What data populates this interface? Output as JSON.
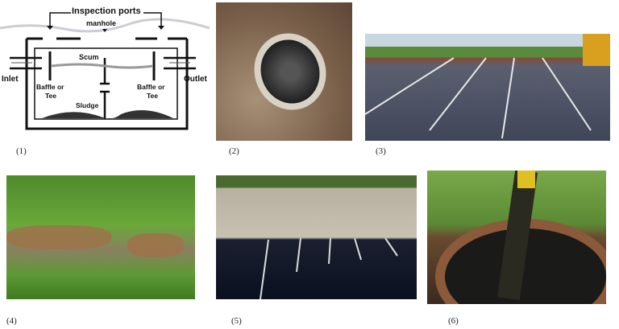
{
  "diagram": {
    "inspection_ports": "Inspection ports",
    "manhole": "manhole",
    "scum": "Scum",
    "inlet": "Inlet",
    "outlet": "Outlet",
    "baffle_left": [
      "Baffle or",
      "Tee"
    ],
    "baffle_right": [
      "Baffle or",
      "Tee"
    ],
    "sludge": "Sludge"
  },
  "captions": [
    "(1)",
    "(2)",
    "(3)",
    "(4)",
    "(5)",
    "(6)"
  ]
}
